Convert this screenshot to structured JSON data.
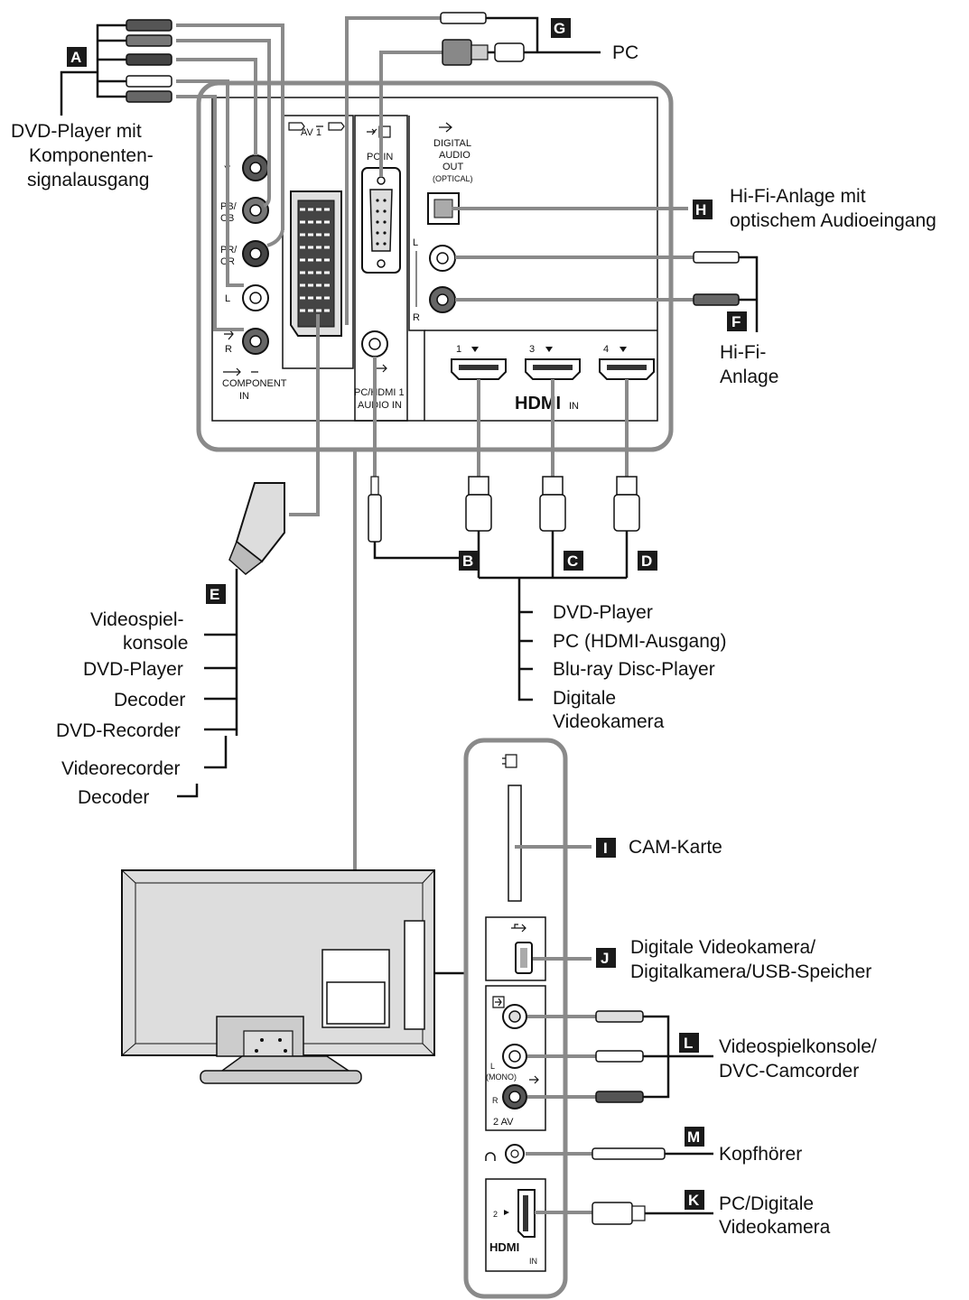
{
  "colors": {
    "panel_outline": "#8a8a8a",
    "line": "#111111",
    "badge": "#1a1a1a"
  },
  "badges": {
    "A": "A",
    "B": "B",
    "C": "C",
    "D": "D",
    "E": "E",
    "F": "F",
    "G": "G",
    "H": "H",
    "I": "I",
    "J": "J",
    "K": "K",
    "L": "L",
    "M": "M"
  },
  "labels": {
    "pc_top": "PC",
    "dvd_component_1": "DVD-Player mit",
    "dvd_component_2": "Komponenten-",
    "dvd_component_3": "signalausgang",
    "hifi_optical_1": "Hi-Fi-Anlage mit",
    "hifi_optical_2": "optischem Audioeingang",
    "hifi_1": "Hi-Fi-",
    "hifi_2": "Anlage",
    "hdmi_devices": [
      "DVD-Player",
      "PC (HDMI-Ausgang)",
      "Blu-ray Disc-Player",
      "Digitale",
      "Videokamera"
    ],
    "scart_devices": [
      "Videospiel-",
      "konsole",
      "DVD-Player",
      "Decoder",
      "DVD-Recorder",
      "Videorecorder",
      "Decoder"
    ],
    "cam": "CAM-Karte",
    "usb_1": "Digitale Videokamera/",
    "usb_2": "Digitalkamera/USB-Speicher",
    "av2_1": "Videospielkonsole/",
    "av2_2": "DVC-Camcorder",
    "headphones": "Kopfhörer",
    "hdmi2_1": "PC/Digitale",
    "hdmi2_2": "Videokamera"
  },
  "panel_text": {
    "y": "Y",
    "pb": "PB/",
    "cb": "CB",
    "pr": "PR/",
    "cr": "CR",
    "l": "L",
    "r": "R",
    "component_1": "COMPONENT",
    "component_2": "IN",
    "av1": "AV 1",
    "pcin": "PC IN",
    "pcaudio_1": "PC/HDMI 1",
    "pcaudio_2": "AUDIO IN",
    "digital_1": "DIGITAL",
    "digital_2": "AUDIO",
    "digital_3": "OUT",
    "digital_4": "(OPTICAL)",
    "hdmi_port_1": "1",
    "hdmi_port_3": "3",
    "hdmi_port_4": "4",
    "hdmi_logo": "HDMI",
    "hdmi_in": "IN",
    "side_l": "L",
    "side_mono": "(MONO)",
    "side_r": "R",
    "side_av": "2   AV",
    "side_hdmi_port": "2",
    "side_hdmi_logo": "HDMI",
    "side_hdmi_in": "IN"
  }
}
